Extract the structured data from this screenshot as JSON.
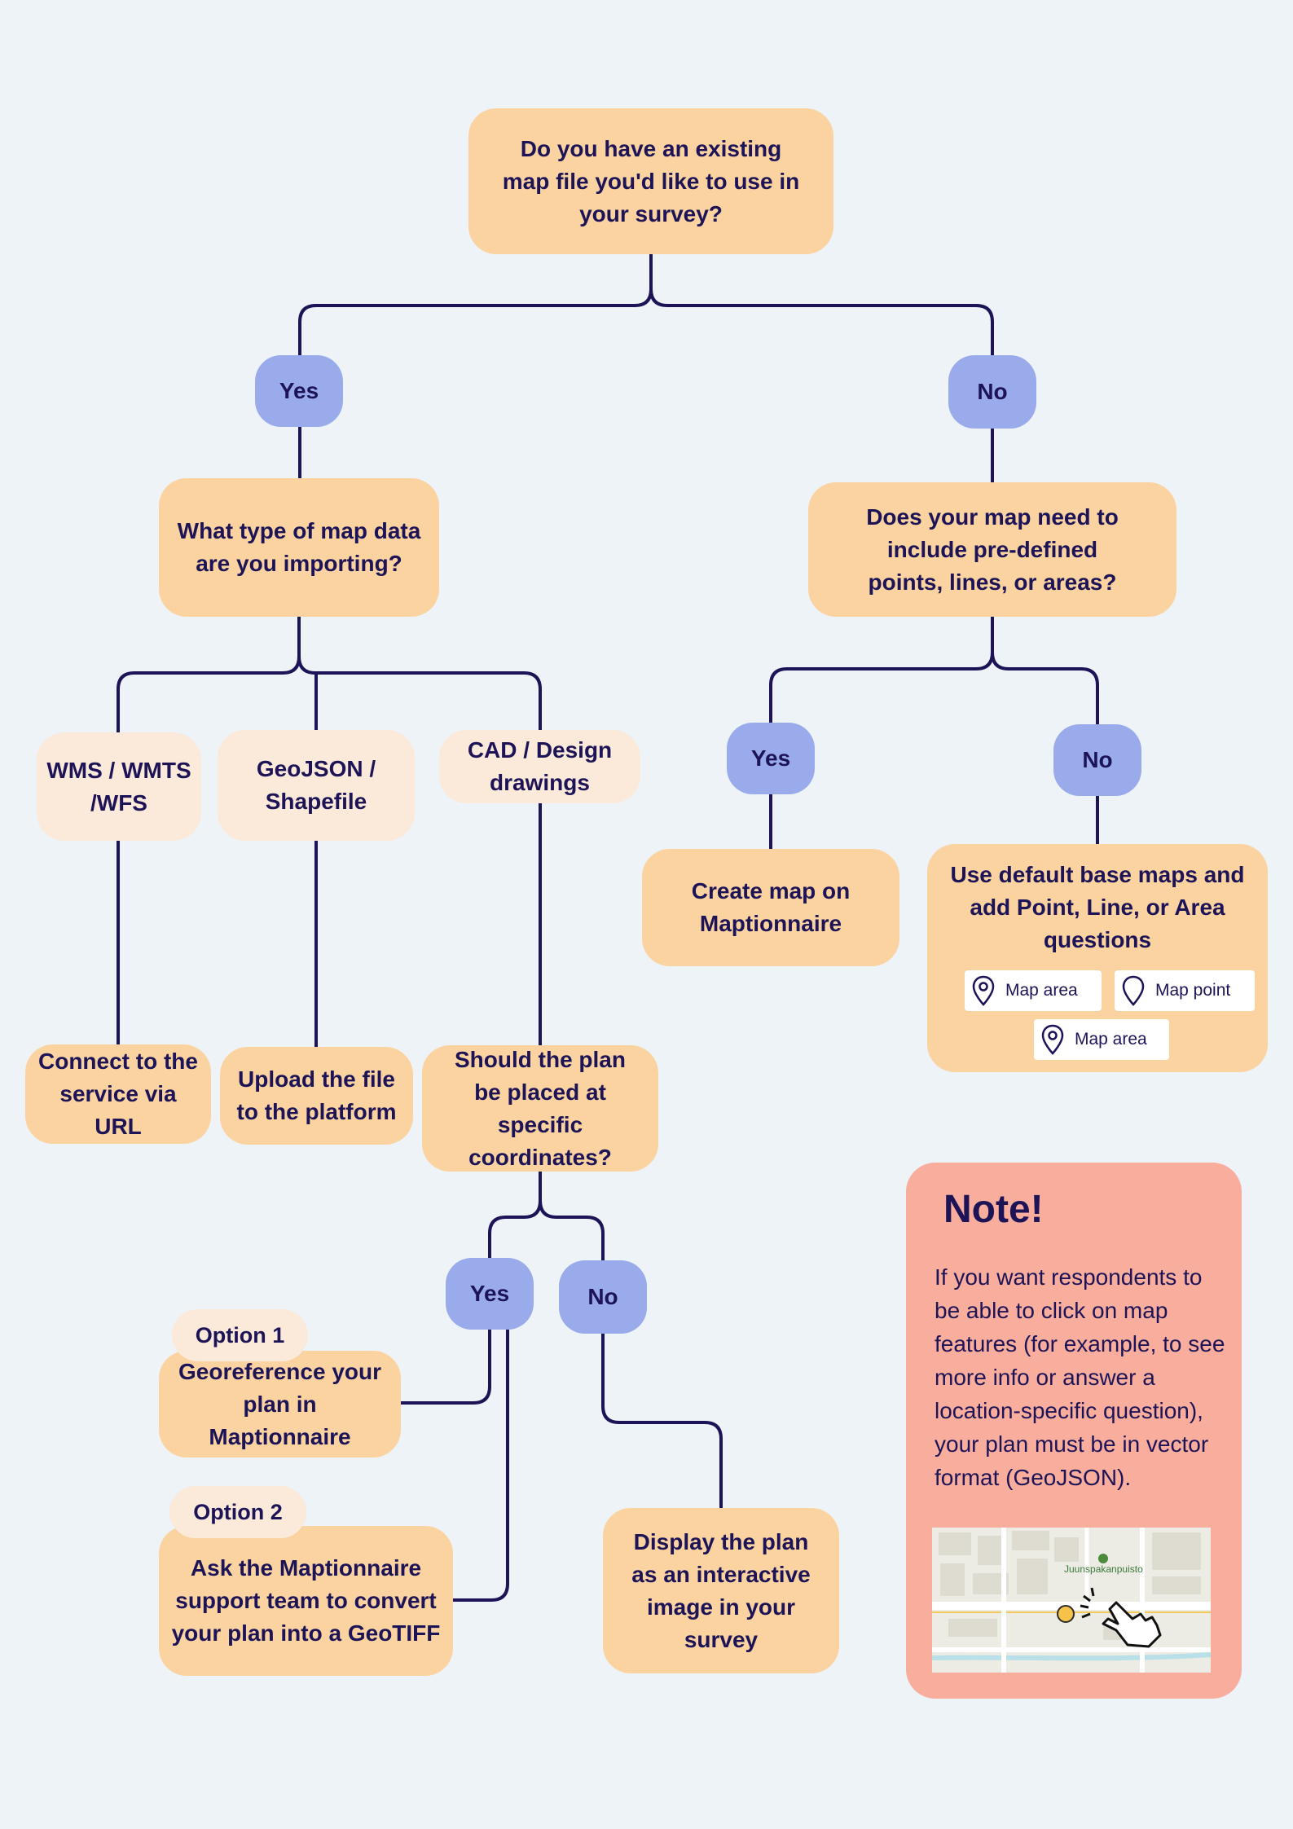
{
  "nodes": {
    "start": "Do you have an existing map file you'd like to use in your survey?",
    "yes1": "Yes",
    "no1": "No",
    "map_type": "What type of map data are you importing?",
    "predefined": "Does your map need to include pre-defined points, lines, or areas?",
    "wms": "WMS / WMTS /WFS",
    "geojson": "GeoJSON / Shapefile",
    "cad": "CAD / Design drawings",
    "yes2": "Yes",
    "no2": "No",
    "create_map": "Create map on Maptionnaire",
    "default_maps": "Use default base maps and add Point, Line, or Area questions",
    "connect": "Connect to the service via URL",
    "upload": "Upload the file to the platform",
    "coordinates": "Should the plan be placed at specific coordinates?",
    "yes3": "Yes",
    "no3": "No",
    "option1": "Option 1",
    "georeference": "Georeference your plan in Maptionnaire",
    "option2": "Option 2",
    "geotiff": "Ask the Maptionnaire support team to convert your plan into a GeoTIFF",
    "display": "Display the plan as an interactive image in your survey"
  },
  "chips": {
    "map_area_1": "Map area",
    "map_point": "Map point",
    "map_area_2": "Map area"
  },
  "note": {
    "title": "Note!",
    "body": "If you want respondents to be able to click on map features (for example, to see more info or answer a location-specific question), your plan must be in vector format (GeoJSON).",
    "map_label": "Juunspakanpuisto"
  },
  "colors": {
    "decision": "#fbd3a1",
    "option": "#fbe9d9",
    "answer": "#9aabec",
    "note": "#f8ad9d",
    "line": "#1d1457",
    "background": "#eef3f8"
  }
}
